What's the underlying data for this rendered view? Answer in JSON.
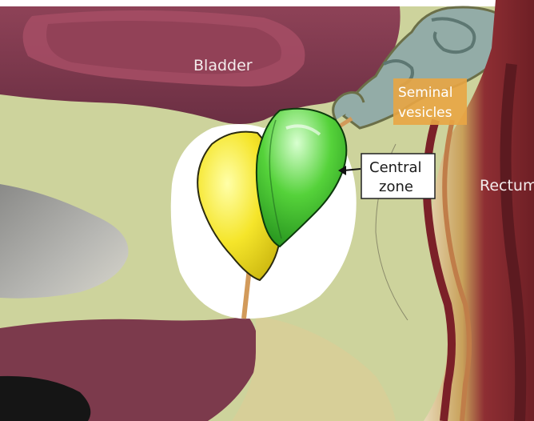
{
  "labels": {
    "bladder": "Bladder",
    "seminal_line1": "Seminal",
    "seminal_line2": "vesicles",
    "central_line1": "Central",
    "central_line2": "zone",
    "rectum": "Rectum"
  },
  "colors": {
    "background_tissue": "#cdd39c",
    "bladder_wall": "#7d3a4f",
    "bladder_inner": "#a04a60",
    "bone": "#9a9a98",
    "prostate_capsule": "#ffffff",
    "peripheral_zone": "#f2e22a",
    "central_zone": "#3fbf2a",
    "urethra": "#d29a5a",
    "seminal_vesicles": "#8aa5a2",
    "rectum_wall": "#8a2a2e",
    "label_orange": "#e9a544"
  },
  "highlighted_structure": "Central zone",
  "indicator": "arrow-left-icon"
}
